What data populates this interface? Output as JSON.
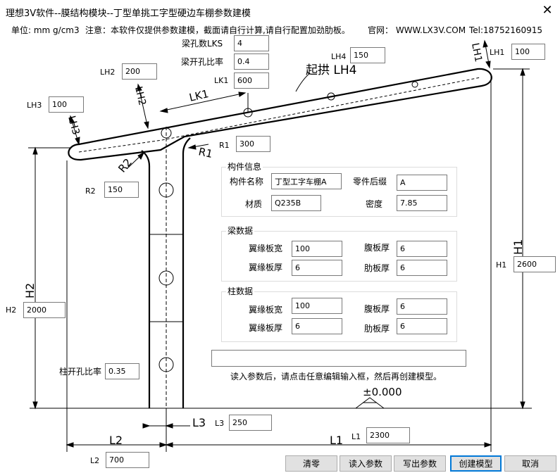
{
  "window": {
    "title": "理想3V软件--膜结构模块--丁型单挑工字型硬边车棚参数建模",
    "close_glyph": "✕"
  },
  "info": {
    "units": "单位:  mm g/cm3",
    "note": "注意：本软件仅提供参数建模，截面请自行计算,请自行配置加劲肋板。",
    "website": "官网：  WWW.LX3V.COM",
    "tel": "Tel:18752160915"
  },
  "drawing_labels": {
    "qigong": "起拱 LH4",
    "LH1": "LH1",
    "LH2": "LH2",
    "LH3": "LH3",
    "LK1": "LK1",
    "R1": "R1",
    "R2": "R2",
    "H1": "H1",
    "H2": "H2",
    "L1": "L1",
    "L2": "L2",
    "L3": "L3",
    "elevation": "±0.000"
  },
  "params": {
    "lks": {
      "label": "梁孔数LKS",
      "value": "4"
    },
    "beam_hole_ratio": {
      "label": "梁开孔比率",
      "value": "0.4"
    },
    "lk1": {
      "label": "LK1",
      "value": "600"
    },
    "lh4": {
      "label": "LH4",
      "value": "150"
    },
    "lh1": {
      "label": "LH1",
      "value": "100"
    },
    "lh2": {
      "label": "LH2",
      "value": "200"
    },
    "lh3": {
      "label": "LH3",
      "value": "100"
    },
    "r1": {
      "label": "R1",
      "value": "300"
    },
    "r2": {
      "label": "R2",
      "value": "150"
    },
    "h1": {
      "label": "H1",
      "value": "2600"
    },
    "h2": {
      "label": "H2",
      "value": "2000"
    },
    "col_hole_ratio": {
      "label": "柱开孔比率",
      "value": "0.35"
    },
    "l3": {
      "label": "L3",
      "value": "250"
    },
    "l1": {
      "label": "L1",
      "value": "2300"
    },
    "l2": {
      "label": "L2",
      "value": "700"
    }
  },
  "component": {
    "title": "构件信息",
    "name_label": "构件名称",
    "name_value": "丁型工字车棚A",
    "suffix_label": "零件后缀",
    "suffix_value": "A",
    "material_label": "材质",
    "material_value": "Q235B",
    "density_label": "密度",
    "density_value": "7.85"
  },
  "beam": {
    "title": "梁数据",
    "flange_width_label": "翼缘板宽",
    "flange_width_value": "100",
    "web_thick_label": "腹板厚",
    "web_thick_value": "6",
    "flange_thick_label": "翼缘板厚",
    "flange_thick_value": "6",
    "rib_thick_label": "肋板厚",
    "rib_thick_value": "6"
  },
  "column": {
    "title": "柱数据",
    "flange_width_label": "翼缘板宽",
    "flange_width_value": "100",
    "web_thick_label": "腹板厚",
    "web_thick_value": "6",
    "flange_thick_label": "翼缘板厚",
    "flange_thick_value": "6",
    "rib_thick_label": "肋板厚",
    "rib_thick_value": "6"
  },
  "status": {
    "value": "",
    "hint": "读入参数后，请点击任意编辑输入框，然后再创建模型。"
  },
  "buttons": {
    "clear": "清零",
    "read": "读入参数",
    "write": "写出参数",
    "create": "创建模型",
    "cancel": "取消"
  }
}
